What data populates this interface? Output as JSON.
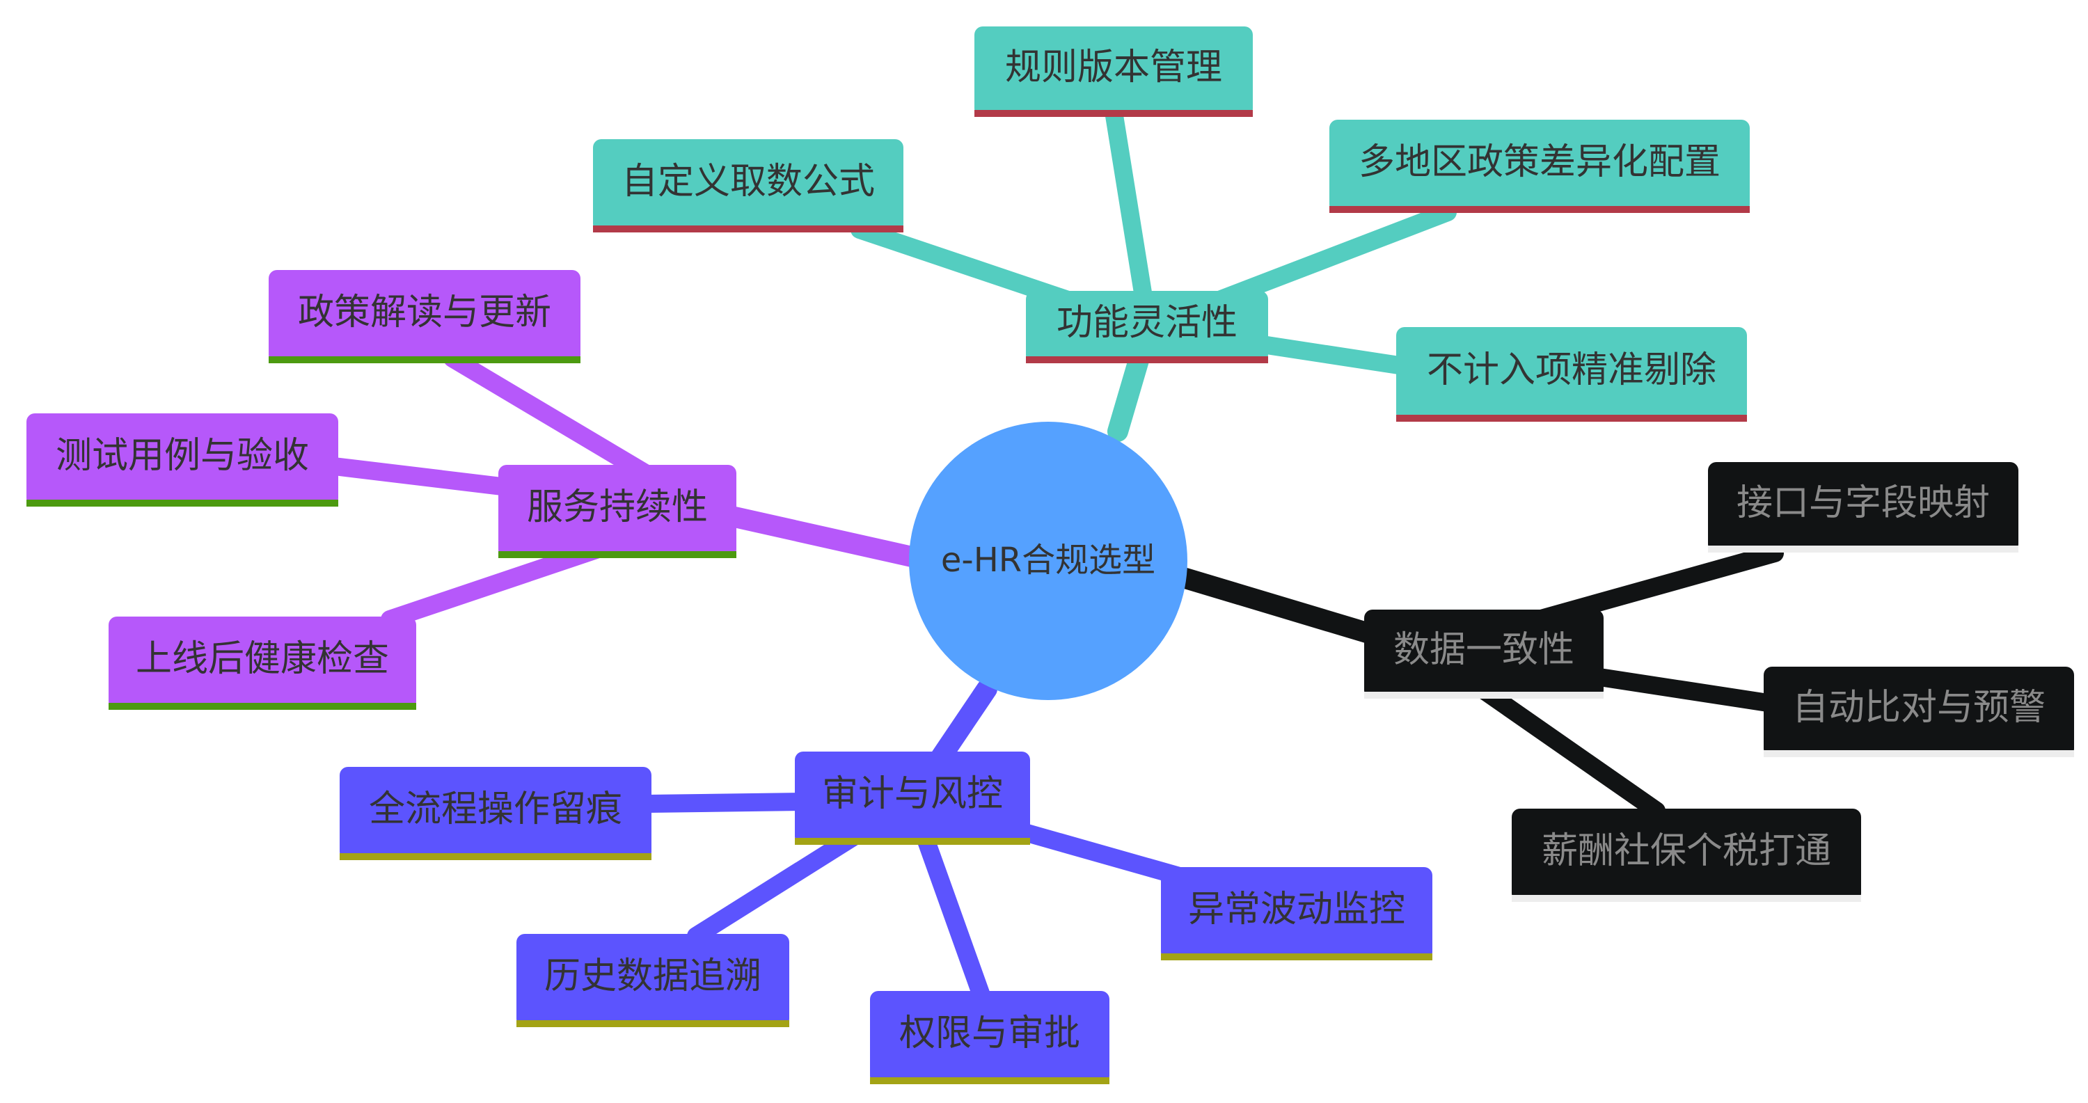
{
  "root": {
    "label": "e-HR合规选型",
    "color": "#55A1FF",
    "text_color": "#333333"
  },
  "branches": [
    {
      "key": "flex",
      "label": "功能灵活性",
      "color": "#54CDC0",
      "underline": "#B23A48",
      "text_color": "#333333",
      "children": [
        {
          "key": "flex-version",
          "label": "规则版本管理"
        },
        {
          "key": "flex-region",
          "label": "多地区政策差异化配置"
        },
        {
          "key": "flex-formula",
          "label": "自定义取数公式"
        },
        {
          "key": "flex-exclude",
          "label": "不计入项精准剔除"
        }
      ]
    },
    {
      "key": "service",
      "label": "服务持续性",
      "color": "#B658FA",
      "underline": "#4C9A10",
      "text_color": "#333333",
      "children": [
        {
          "key": "service-policy",
          "label": "政策解读与更新"
        },
        {
          "key": "service-test",
          "label": "测试用例与验收"
        },
        {
          "key": "service-health",
          "label": "上线后健康检查"
        }
      ]
    },
    {
      "key": "data",
      "label": "数据一致性",
      "color": "#111314",
      "underline": "#EDEDED",
      "text_color": "#8A8A8A",
      "children": [
        {
          "key": "data-interface",
          "label": "接口与字段映射"
        },
        {
          "key": "data-compare",
          "label": "自动比对与预警"
        },
        {
          "key": "data-payroll",
          "label": "薪酬社保个税打通"
        }
      ]
    },
    {
      "key": "audit",
      "label": "审计与风控",
      "color": "#5C54FE",
      "underline": "#A3A315",
      "text_color": "#333333",
      "children": [
        {
          "key": "audit-trace",
          "label": "全流程操作留痕"
        },
        {
          "key": "audit-history",
          "label": "历史数据追溯"
        },
        {
          "key": "audit-permission",
          "label": "权限与审批"
        },
        {
          "key": "audit-monitor",
          "label": "异常波动监控"
        }
      ]
    }
  ]
}
